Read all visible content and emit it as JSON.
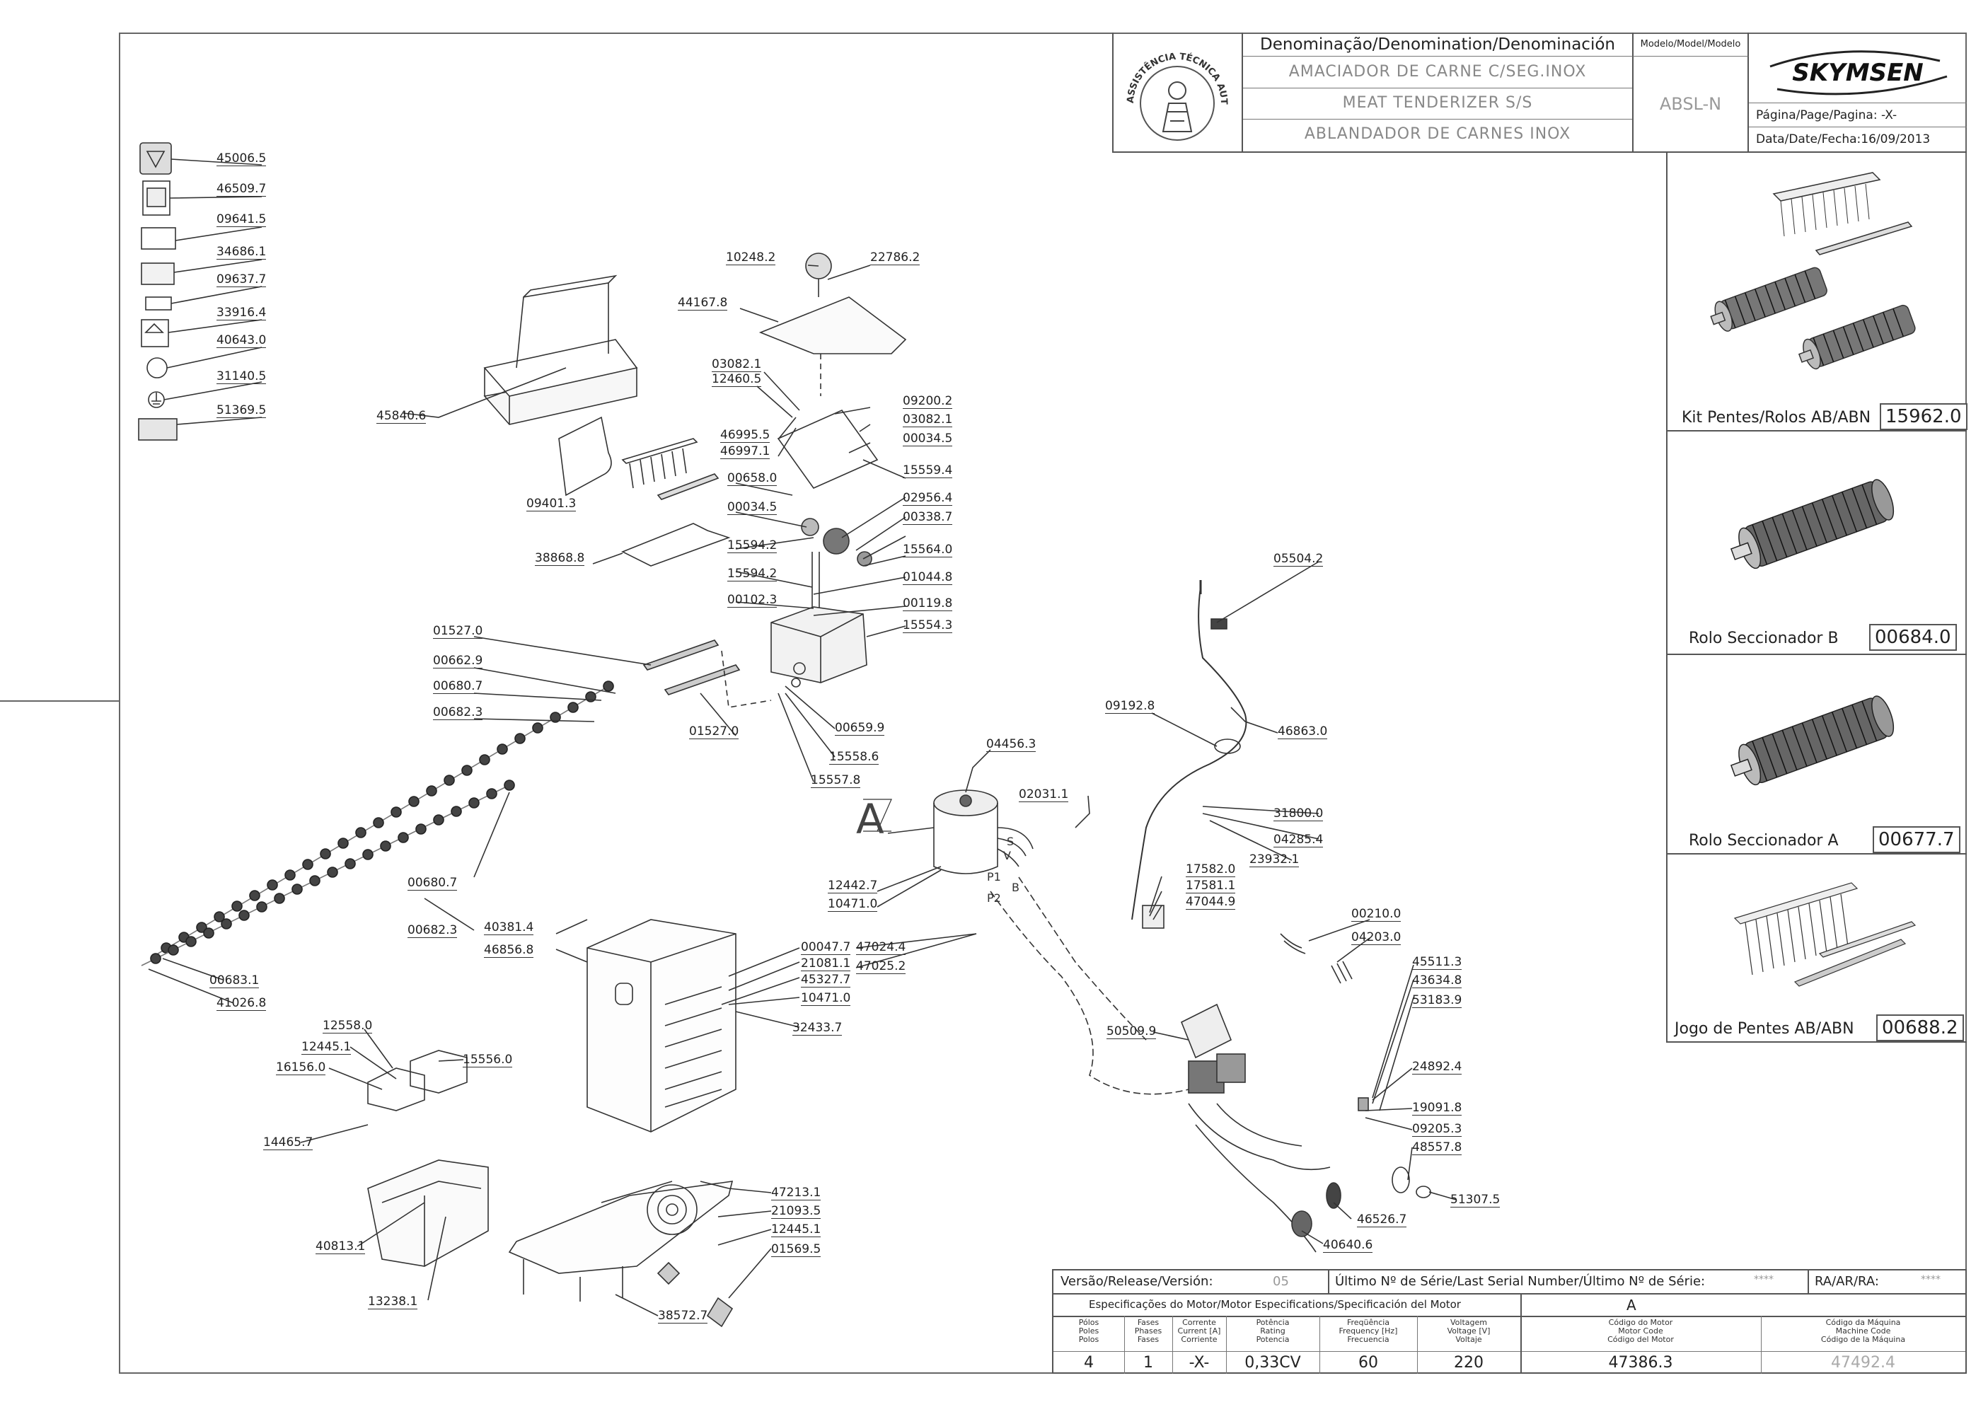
{
  "header": {
    "denomination_label": "Denominação/Denomination/Denominación",
    "name_pt": "AMACIADOR DE CARNE C/SEG.INOX",
    "name_en": "MEAT TENDERIZER S/S",
    "name_es": "ABLANDADOR DE CARNES INOX",
    "model_label": "Modelo/Model/Modelo",
    "model_value": "ABSL-N",
    "brand": "SKYMSEN",
    "seal_text": "ASSISTÊNCIA TÉCNICA AUTORIZADA",
    "page_label": "Página/Page/Pagina:",
    "page_value": "-X-",
    "date_label": "Data/Date/Fecha:",
    "date_value": "16/09/2013"
  },
  "kits": [
    {
      "label": "Kit Pentes/Rolos AB/ABN",
      "code": "15962.0"
    },
    {
      "label": "Rolo Seccionador B",
      "code": "00684.0"
    },
    {
      "label": "Rolo Seccionador A",
      "code": "00677.7"
    },
    {
      "label": "Jogo de Pentes AB/ABN",
      "code": "00688.2"
    }
  ],
  "parts": {
    "p45006_5": "45006.5",
    "p46509_7": "46509.7",
    "p09641_5": "09641.5",
    "p34686_1": "34686.1",
    "p09637_7": "09637.7",
    "p33916_4": "33916.4",
    "p40643_0": "40643.0",
    "p31140_5": "31140.5",
    "p51369_5": "51369.5",
    "p10248_2": "10248.2",
    "p22786_2": "22786.2",
    "p44167_8": "44167.8",
    "p03082_1a": "03082.1",
    "p12460_5": "12460.5",
    "p09200_2": "09200.2",
    "p03082_1b": "03082.1",
    "p46995_5": "46995.5",
    "p46997_1": "46997.1",
    "p00034_5a": "00034.5",
    "p45840_6": "45840.6",
    "p00658_0": "00658.0",
    "p15559_4": "15559.4",
    "p09401_3": "09401.3",
    "p02956_4": "02956.4",
    "p00034_5b": "00034.5",
    "p00338_7": "00338.7",
    "p15594_2a": "15594.2",
    "p15564_0": "15564.0",
    "p38868_8": "38868.8",
    "p15594_2b": "15594.2",
    "p01044_8": "01044.8",
    "p00102_3": "00102.3",
    "p00119_8": "00119.8",
    "p15554_3": "15554.3",
    "p05504_2": "05504.2",
    "p01527_0a": "01527.0",
    "p00662_9": "00662.9",
    "p00680_7a": "00680.7",
    "p00682_3a": "00682.3",
    "p01527_0b": "01527.0",
    "p00659_9": "00659.9",
    "p09192_8": "09192.8",
    "p46863_0": "46863.0",
    "p15558_6": "15558.6",
    "p15557_8": "15557.8",
    "p04456_3": "04456.3",
    "p02031_1": "02031.1",
    "p31800_0": "31800.0",
    "p04285_4": "04285.4",
    "p23932_1": "23932.1",
    "p00680_7b": "00680.7",
    "p12442_7": "12442.7",
    "p10471_0a": "10471.0",
    "p17582_0": "17582.0",
    "p17581_1": "17581.1",
    "p47044_9": "47044.9",
    "p40381_4": "40381.4",
    "p46856_8": "46856.8",
    "p00682_3b": "00682.3",
    "p00210_0": "00210.0",
    "p04203_0": "04203.0",
    "p00047_7": "00047.7",
    "p21081_1": "21081.1",
    "p45327_7": "45327.7",
    "p10471_0b": "10471.0",
    "p47024_4": "47024.4",
    "p47025_2": "47025.2",
    "p45511_3": "45511.3",
    "p43634_8": "43634.8",
    "p53183_9": "53183.9",
    "p00683_1": "00683.1",
    "p41026_8": "41026.8",
    "p12558_0": "12558.0",
    "p12445_1a": "12445.1",
    "p15556_0": "15556.0",
    "p16156_0": "16156.0",
    "p32433_7": "32433.7",
    "p50509_9": "50509.9",
    "p24892_4": "24892.4",
    "p14465_7": "14465.7",
    "p19091_8": "19091.8",
    "p09205_3": "09205.3",
    "p48557_8": "48557.8",
    "p47213_1": "47213.1",
    "p21093_5": "21093.5",
    "p12445_1b": "12445.1",
    "p51307_5": "51307.5",
    "p46526_7": "46526.7",
    "p40813_1": "40813.1",
    "p01569_5": "01569.5",
    "p40640_6": "40640.6",
    "p13238_1": "13238.1",
    "p38572_7": "38572.7"
  },
  "motor_callout": "A",
  "wire_marks": [
    "S",
    "V",
    "P1",
    "P2",
    "B"
  ],
  "table": {
    "version_label": "Versão/Release/Versión:",
    "version_value": "05",
    "serial_label": "Último Nº de Série/Last Serial Number/Último Nº de Série:",
    "serial_value": "****",
    "ra_label": "RA/AR/RA:",
    "ra_value": "****",
    "motor_spec_label": "Especificações do Motor/Motor Especifications/Specificación del Motor",
    "motor_col": "A",
    "col_headers": [
      [
        "Pólos",
        "Poles",
        "Polos"
      ],
      [
        "Fases",
        "Phases",
        "Fases"
      ],
      [
        "Corrente",
        "Current [A]",
        "Corriente"
      ],
      [
        "Potência",
        "Rating",
        "Potencia"
      ],
      [
        "Freqüência",
        "Frequency [Hz]",
        "Frecuencia"
      ],
      [
        "Voltagem",
        "Voltage [V]",
        "Voltaje"
      ],
      [
        "Código do Motor",
        "Motor Code",
        "Código del Motor"
      ],
      [
        "Código da Máquina",
        "Machine Code",
        "Código de la Máquina"
      ]
    ],
    "values": [
      "4",
      "1",
      "-X-",
      "0,33CV",
      "60",
      "220",
      "47386.3",
      "47492.4"
    ]
  }
}
